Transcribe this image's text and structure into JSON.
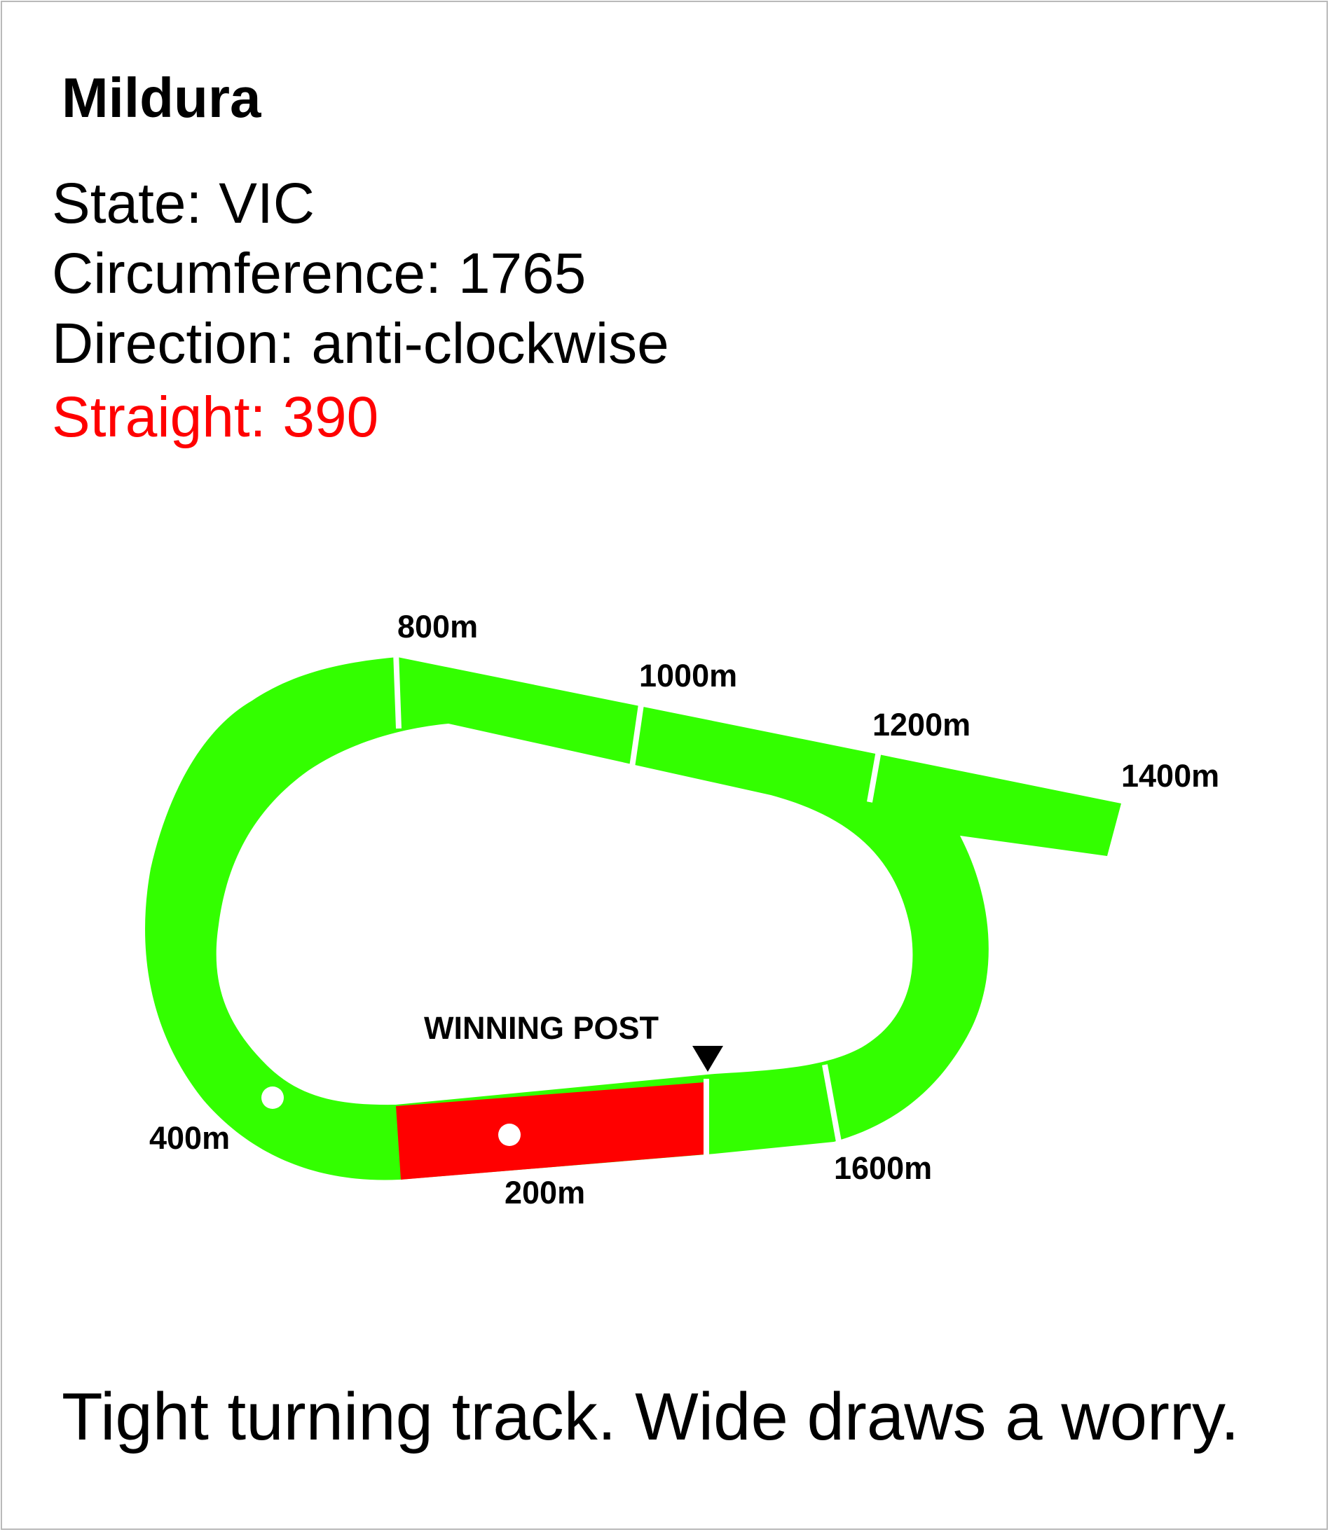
{
  "track": {
    "name": "Mildura",
    "state_label": "State:",
    "state": "VIC",
    "circumference_label": "Circumference:",
    "circumference": "1765",
    "direction_label": "Direction:",
    "direction": "anti-clockwise",
    "straight_label": "Straight:",
    "straight": "390",
    "note": "Tight turning track. Wide draws a worry."
  },
  "diagram": {
    "winning_post_label": "WINNING POST",
    "distance_markers": [
      "200m",
      "400m",
      "800m",
      "1000m",
      "1200m",
      "1400m",
      "1600m"
    ]
  },
  "colors": {
    "track": "#33ff00",
    "straight": "#ff0000",
    "highlight_text": "#ff0000",
    "frame": "#b9b9b9"
  }
}
